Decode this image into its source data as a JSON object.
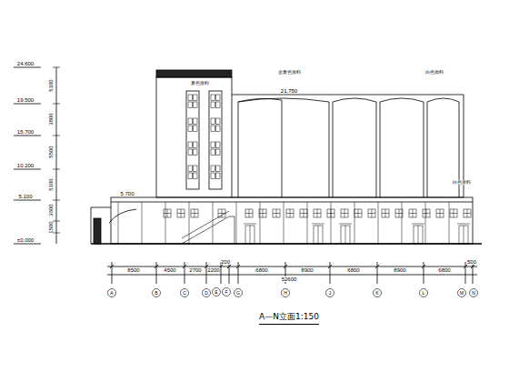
{
  "diagram": {
    "title": "A—N立面1:150",
    "nodes": [
      {
        "text": [
          "A"
        ]
      },
      {
        "text": [
          "B"
        ]
      },
      {
        "text": [
          "C"
        ]
      },
      {
        "text": [
          "D"
        ]
      },
      {
        "text": [
          "E"
        ]
      },
      {
        "text": [
          "F"
        ]
      },
      {
        "text": [
          "G"
        ]
      },
      {
        "text": [
          "H"
        ]
      },
      {
        "text": [
          "J"
        ]
      },
      {
        "text": [
          "K"
        ]
      },
      {
        "text": [
          "L"
        ]
      },
      {
        "text": [
          "M"
        ]
      },
      {
        "text": [
          "N"
        ]
      }
    ],
    "labels": [
      "24.600",
      "19.500",
      "15.700",
      "10.200",
      "5.100",
      "±0.000",
      "5100",
      "3800",
      "5500",
      "5100",
      "3600",
      "1500",
      "5.700",
      "21.750",
      "黄色涂料",
      "金黄色涂料",
      "白色涂料",
      "白色涂料",
      "8500",
      "4500",
      "2700",
      "2200",
      "200",
      "6800",
      "8900",
      "6800",
      "8900",
      "6800",
      "500",
      "52600"
    ]
  }
}
